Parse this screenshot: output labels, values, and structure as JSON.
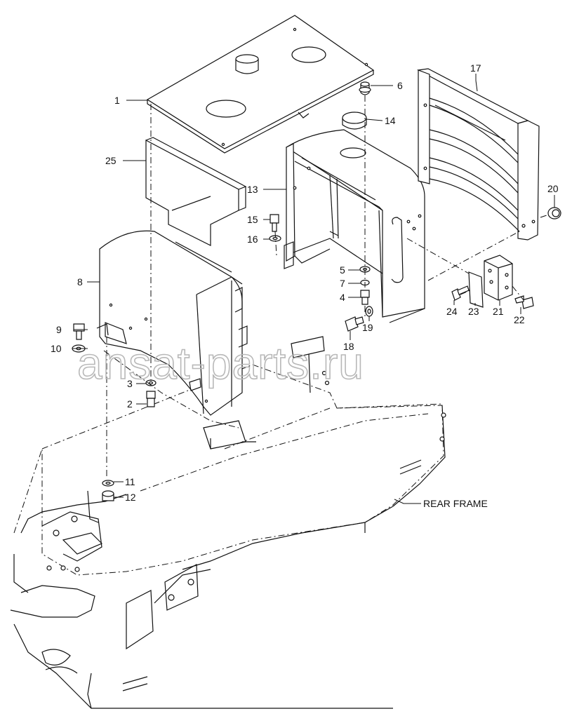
{
  "diagram": {
    "labels": {
      "p1": "1",
      "p2": "2",
      "p3": "3",
      "p4": "4",
      "p5": "5",
      "p6": "6",
      "p7": "7",
      "p8": "8",
      "p9": "9",
      "p10": "10",
      "p11": "11",
      "p12": "12",
      "p13": "13",
      "p14": "14",
      "p15": "15",
      "p16": "16",
      "p17": "17",
      "p18": "18",
      "p19": "19",
      "p20": "20",
      "p21": "21",
      "p22": "22",
      "p23": "23",
      "p24": "24",
      "p25": "25",
      "rear_frame": "REAR FRAME"
    },
    "watermark": "ansat-parts.ru"
  }
}
